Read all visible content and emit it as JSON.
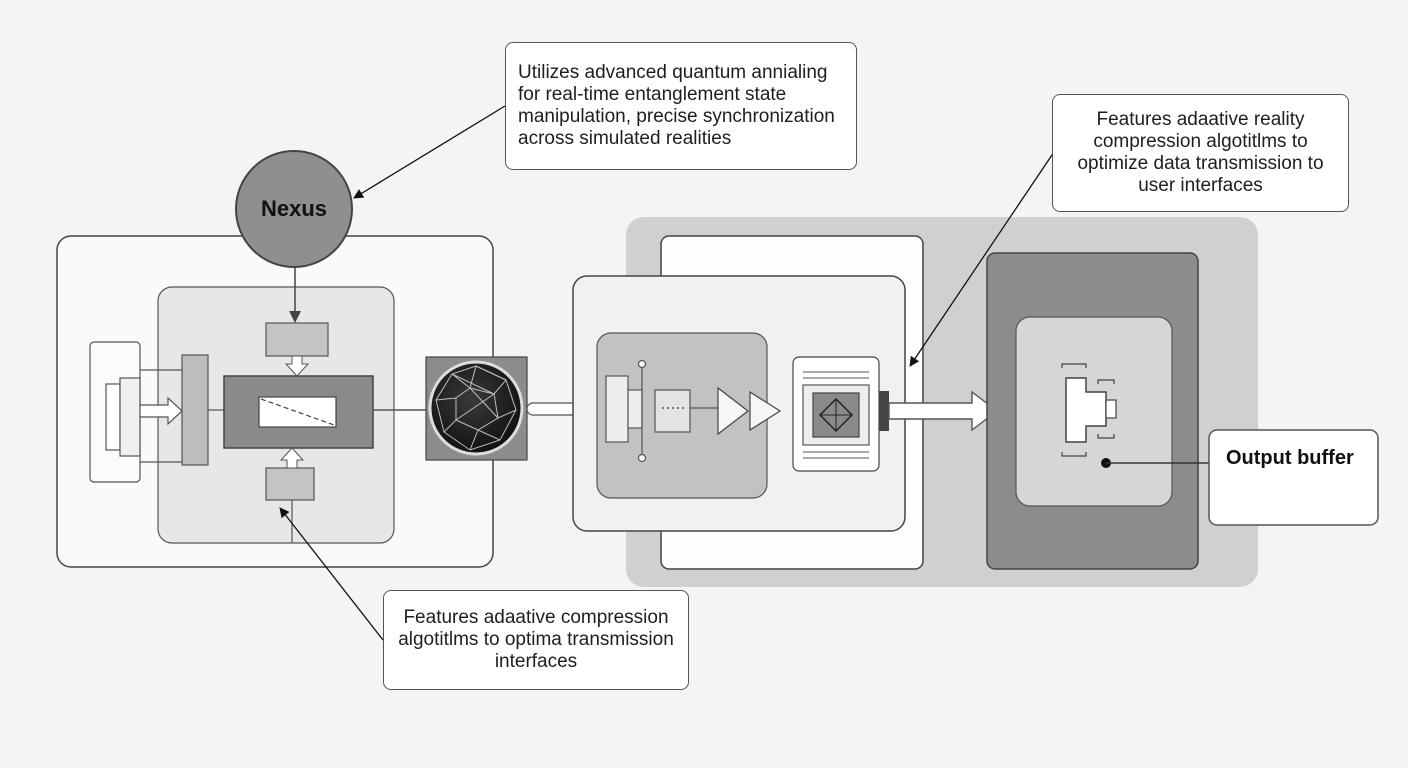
{
  "nexus": {
    "label": "Nexus"
  },
  "callouts": {
    "top": "Utilizes advanced quantum annialing for real-time entanglement state manipulation, precise synchronization across simulated realities",
    "right": "Features adaative reality compression algotitlms to optimize data transmission to user interfaces",
    "bottom": "Features adaative compression algotitlms to optima transmission interfaces"
  },
  "output_buffer": {
    "label": "Output buffer"
  },
  "colors": {
    "background": "#f4f4f4",
    "nexus_fill": "#8f8f8f",
    "dark_block": "#8a8a8a",
    "light_panel": "#e6e6e6",
    "gray_region": "#d0d0d0",
    "output_region": "#8c8c8c"
  },
  "icons": [
    "nexus-circle",
    "geodesic-sphere-icon",
    "triangle-arrow-icon",
    "diamond-chip-icon",
    "bracket-connector-icon"
  ]
}
